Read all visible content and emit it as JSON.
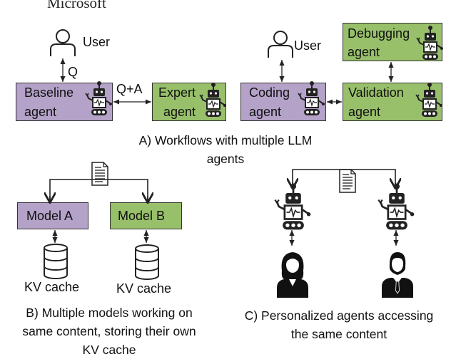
{
  "header": {
    "org_text": "Microsoft"
  },
  "panel_a": {
    "user_label": "User",
    "q_label": "Q",
    "qa_label": "Q+A",
    "baseline_line1": "Baseline",
    "baseline_line2": "agent",
    "expert_line1": "Expert",
    "expert_line2": "agent",
    "user2_label": "User",
    "coding_line1": "Coding",
    "coding_line2": "agent",
    "validation_line1": "Validation",
    "validation_line2": "agent",
    "debugging_line1": "Debugging",
    "debugging_line2": "agent",
    "caption_line1": "A) Workflows with multiple LLM",
    "caption_line2": "agents"
  },
  "panel_b": {
    "model_a": "Model A",
    "model_b": "Model B",
    "kv_cache_a": "KV cache",
    "kv_cache_b": "KV cache",
    "caption_line1": "B) Multiple models working on",
    "caption_line2": "same content, storing their own",
    "caption_line3": "KV cache"
  },
  "panel_c": {
    "caption_line1": "C) Personalized agents accessing",
    "caption_line2": "the same content"
  },
  "colors": {
    "purple": "#b4a2c8",
    "green": "#98c06a",
    "stroke": "#222222"
  }
}
